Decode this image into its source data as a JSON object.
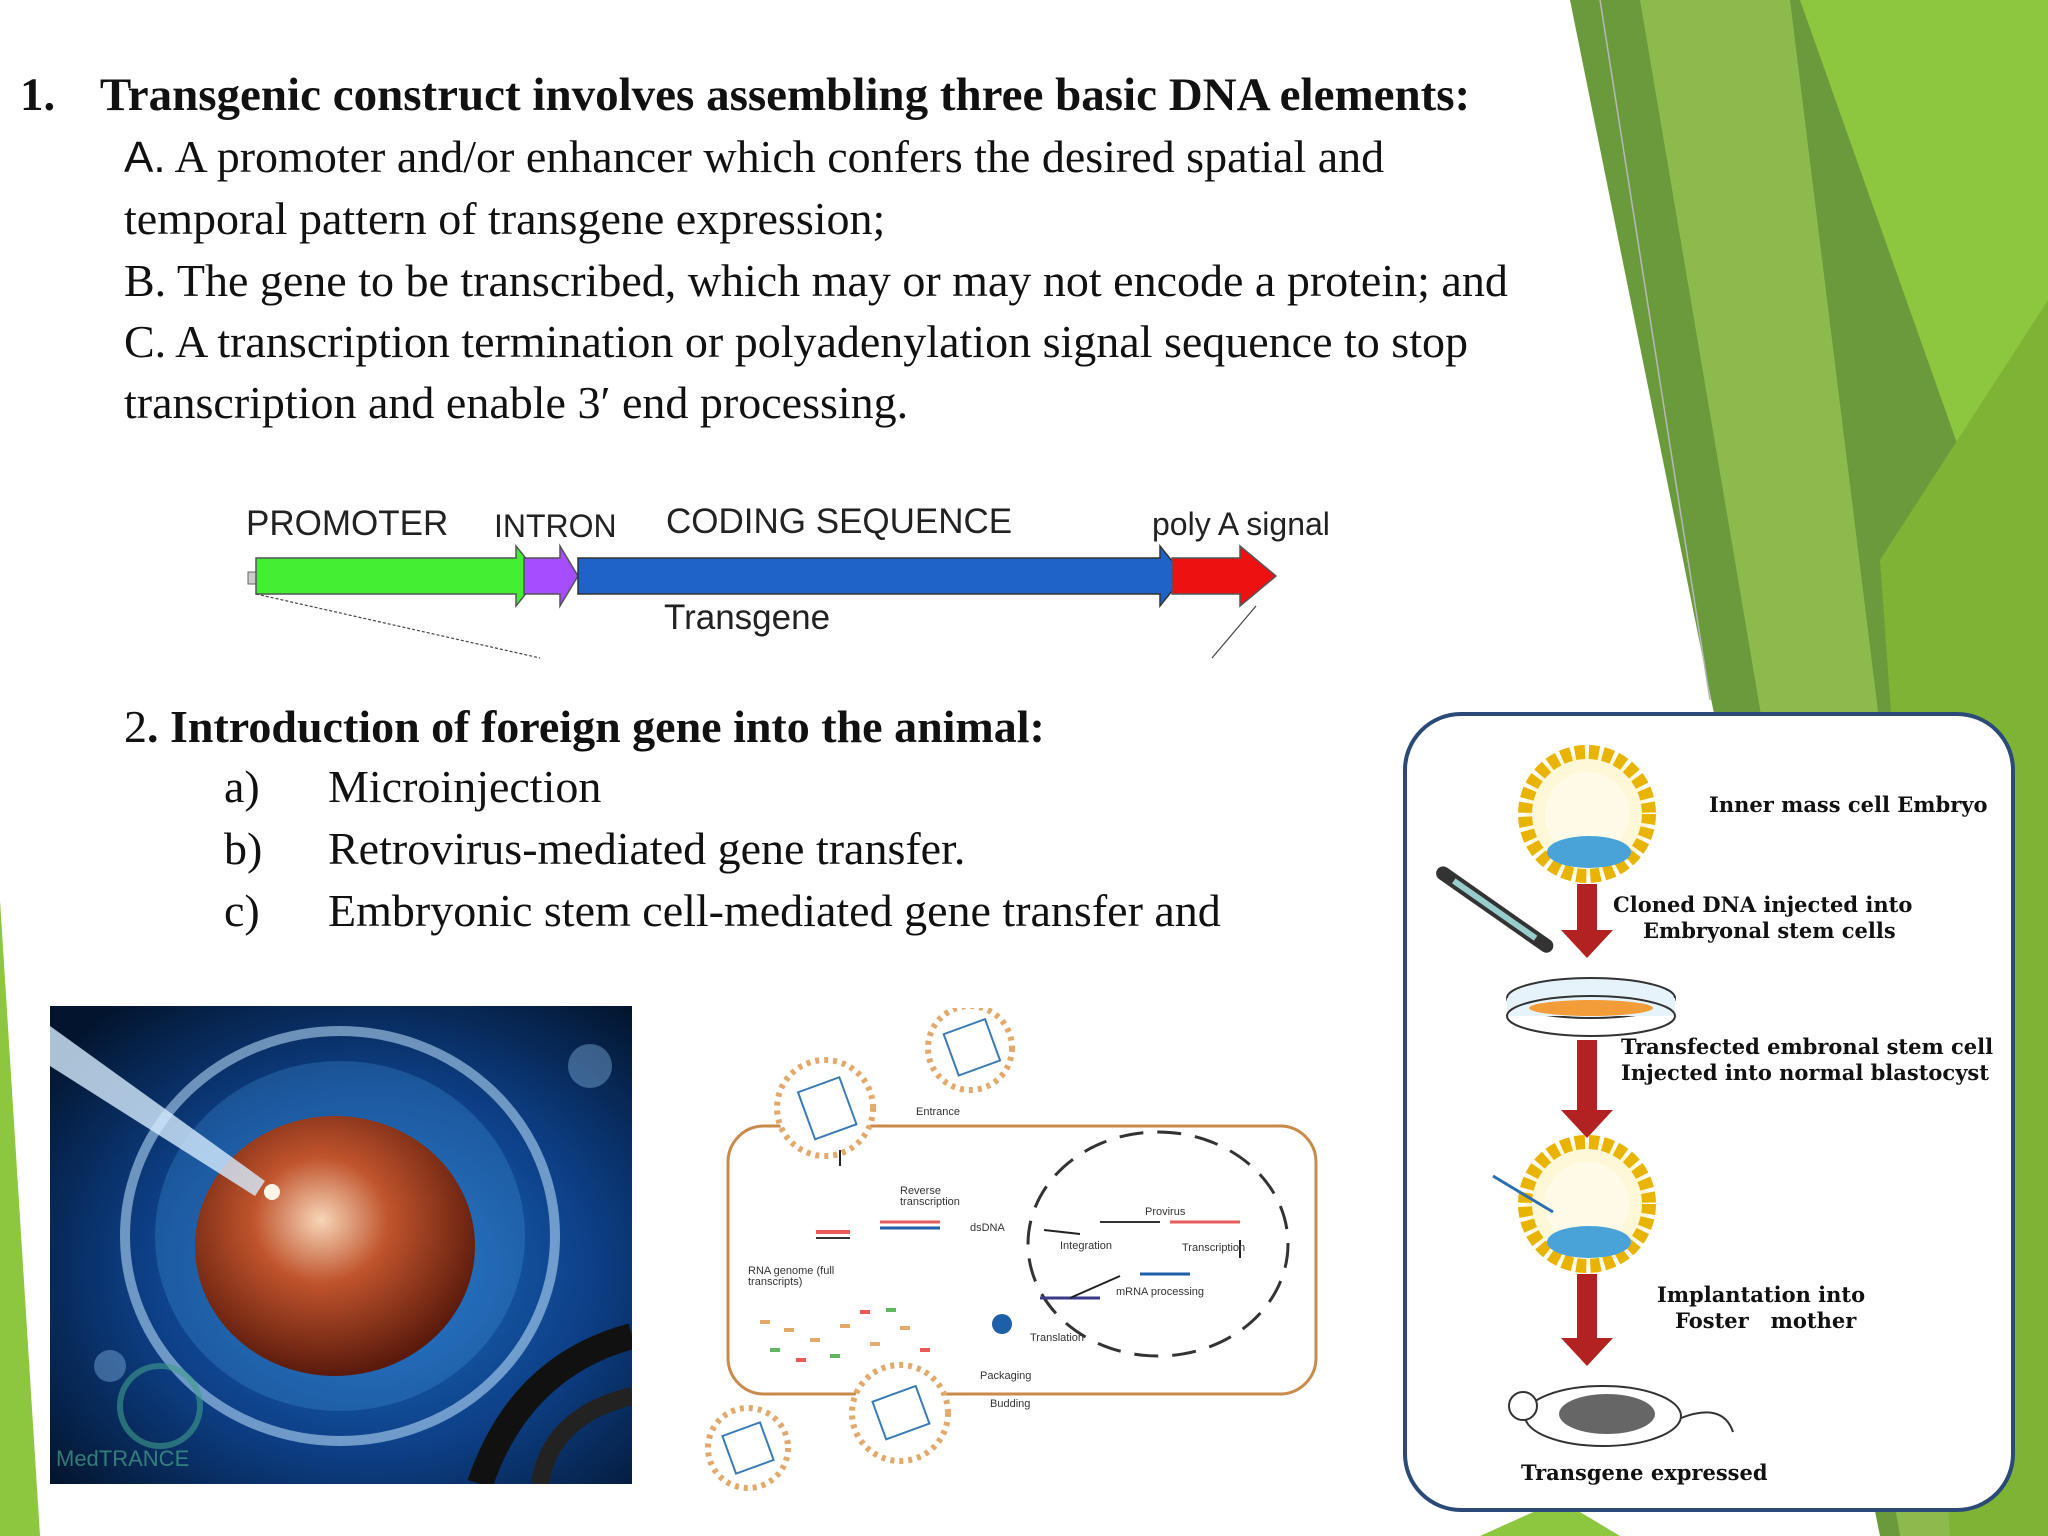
{
  "colors": {
    "accent_dark": "#6a9a3c",
    "accent_light": "#8dc63f",
    "promoter": "#44ee33",
    "intron": "#a64dff",
    "coding": "#1f63c8",
    "polyA": "#ee1111",
    "arrow": "#b22222"
  },
  "section1": {
    "number": "1.",
    "title": "Transgenic construct involves assembling three basic DNA elements:",
    "items": [
      {
        "marker": "A.",
        "text": "A promoter and/or enhancer which confers the desired spatial and"
      },
      {
        "text": "temporal pattern of transgene expression;"
      },
      {
        "text": "B. The gene to be transcribed, which may or may not encode a protein; and"
      },
      {
        "text": "C. A transcription termination or polyadenylation signal sequence to stop"
      },
      {
        "text": "transcription and enable 3′ end processing."
      }
    ]
  },
  "construct_diagram": {
    "promoter": "PROMOTER",
    "intron": "INTRON",
    "coding": "CODING SEQUENCE",
    "polyA": "poly A signal",
    "transgene": "Transgene"
  },
  "section2": {
    "number": "2",
    "title": ". Introduction of foreign gene into the animal:",
    "items": [
      {
        "marker": "a)",
        "text": "Microinjection"
      },
      {
        "marker": "b)",
        "text": "Retrovirus-mediated gene transfer."
      },
      {
        "marker": "c)",
        "text": "Embryonic stem cell-mediated gene transfer and"
      }
    ]
  },
  "microinjection_photo": {
    "watermark": "MedTRANCE"
  },
  "retrovirus_diagram": {
    "entrance": "Entrance",
    "reverse_transcription": "Reverse transcription",
    "dsdna": "dsDNA",
    "integration": "Integration",
    "provirus": "Provirus",
    "transcription": "Transcription",
    "mrna_processing": "mRNA processing",
    "rna_genome": "RNA genome (full transcripts)",
    "translation": "Translation",
    "packaging": "Packaging",
    "budding": "Budding"
  },
  "es_flow": {
    "step1": "Inner mass cell Embryo",
    "step2_line1": "Cloned DNA injected into",
    "step2_line2": "Embryonal stem cells",
    "step3_line1": "Transfected embronal stem cell",
    "step3_line2": "Injected into normal blastocyst",
    "step4_line1": "Implantation into",
    "step4_line2": "Foster   mother",
    "step5": "Transgene expressed"
  }
}
